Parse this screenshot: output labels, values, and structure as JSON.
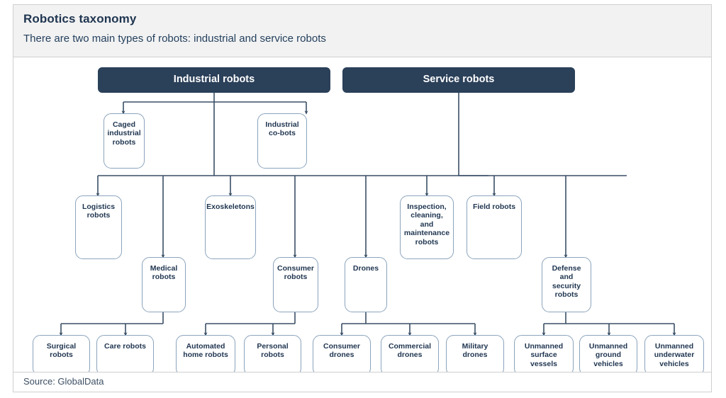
{
  "header": {
    "title": "Robotics taxonomy",
    "subtitle": "There are two main types of robots: industrial and service robots"
  },
  "footer": {
    "source": "Source: GlobalData"
  },
  "colors": {
    "root_fill": "#2b4059",
    "root_text": "#ffffff",
    "box_border": "#8ba4bd",
    "box_text": "#1f3550",
    "connector": "#3a4f66",
    "header_bg": "#f2f2f2",
    "card_border": "#cfcfcf"
  },
  "chart_data": {
    "type": "diagram",
    "title": "Robotics taxonomy",
    "roots": [
      "Industrial robots",
      "Service robots"
    ],
    "edges": [
      {
        "from": "Industrial robots",
        "to": "Caged industrial robots"
      },
      {
        "from": "Industrial robots",
        "to": "Industrial co-bots"
      },
      {
        "from": "Industrial robots",
        "to": "Logistics robots"
      },
      {
        "from": "Industrial robots",
        "to": "Medical robots"
      },
      {
        "from": "Industrial robots",
        "to": "Exoskeletons"
      },
      {
        "from": "Industrial robots",
        "to": "Consumer robots"
      },
      {
        "from": "Service robots",
        "to": "Drones"
      },
      {
        "from": "Service robots",
        "to": "Inspection, cleaning, and maintenance robots"
      },
      {
        "from": "Service robots",
        "to": "Field robots"
      },
      {
        "from": "Service robots",
        "to": "Defense and security robots"
      },
      {
        "from": "Medical robots",
        "to": "Surgical robots"
      },
      {
        "from": "Medical robots",
        "to": "Care robots"
      },
      {
        "from": "Consumer robots",
        "to": "Automated home robots"
      },
      {
        "from": "Consumer robots",
        "to": "Personal robots"
      },
      {
        "from": "Drones",
        "to": "Consumer drones"
      },
      {
        "from": "Drones",
        "to": "Commercial drones"
      },
      {
        "from": "Drones",
        "to": "Military drones"
      },
      {
        "from": "Defense and security robots",
        "to": "Unmanned surface vessels"
      },
      {
        "from": "Defense and security robots",
        "to": "Unmanned ground vehicles"
      },
      {
        "from": "Defense and security robots",
        "to": "Unmanned underwater vehicles"
      }
    ]
  },
  "nodes": {
    "root_industrial": "Industrial robots",
    "root_service": "Service robots",
    "caged_industrial": "Caged industrial robots",
    "industrial_cobots": "Industrial co-bots",
    "logistics": "Logistics robots",
    "medical": "Medical robots",
    "exoskeletons": "Exoskeletons",
    "consumer_robots": "Consumer robots",
    "drones": "Drones",
    "inspection": "Inspection, cleaning, and maintenance robots",
    "field": "Field robots",
    "defense": "Defense and security robots",
    "surgical": "Surgical robots",
    "care": "Care robots",
    "automated_home": "Automated home robots",
    "personal": "Personal robots",
    "consumer_drones": "Consumer drones",
    "commercial_drones": "Commercial drones",
    "military_drones": "Military drones",
    "usv": "Unmanned surface vessels",
    "ugv": "Unmanned ground vehicles",
    "uuv": "Unmanned underwater vehicles"
  }
}
